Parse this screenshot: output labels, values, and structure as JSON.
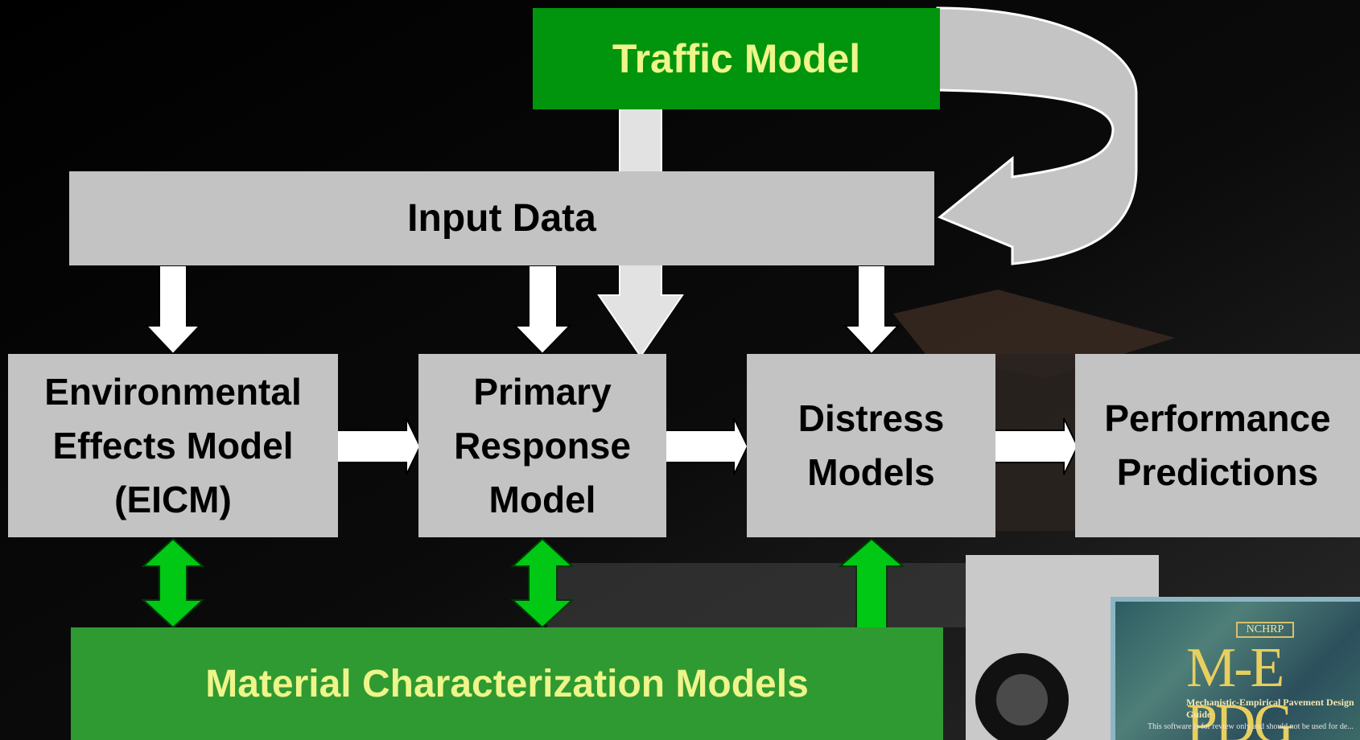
{
  "diagram": {
    "traffic_model": "Traffic Model",
    "input_data": "Input Data",
    "environmental_model": [
      "Environmental",
      "Effects Model",
      "(EICM)"
    ],
    "primary_response_model": [
      "Primary",
      "Response",
      "Model"
    ],
    "distress_models": [
      "Distress",
      "Models"
    ],
    "performance_predictions": [
      "Performance",
      "Predictions"
    ],
    "material_models": "Material Characterization Models"
  },
  "logo": {
    "badge": "NCHRP",
    "title": "M-E PDG",
    "subtitle": "Mechanistic-Empirical Pavement Design Guide",
    "note": "This software is for review only and should not be used for de..."
  },
  "colors": {
    "grey_box": "#c3c3c3",
    "green_box": "#00950d",
    "material_box": "#2f9a31",
    "green_arrow": "#00c814",
    "box_text_light": "#eef58a"
  }
}
